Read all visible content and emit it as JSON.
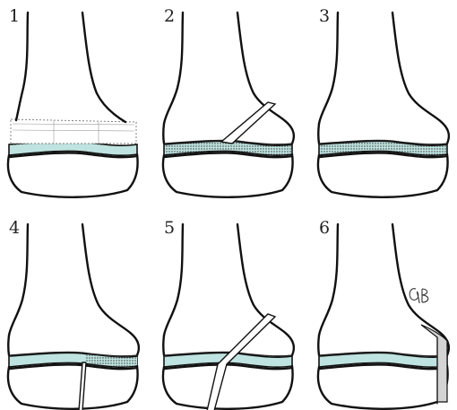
{
  "panels": [
    {
      "label": "1",
      "variant": "type1"
    },
    {
      "label": "2",
      "variant": "type2"
    },
    {
      "label": "3",
      "variant": "type3"
    },
    {
      "label": "4",
      "variant": "type4"
    },
    {
      "label": "5",
      "variant": "type5"
    },
    {
      "label": "6",
      "variant": "type6"
    }
  ],
  "signature_text": "GB",
  "colors": {
    "physis": "#bfe3e0",
    "physis_hatched": "#9fc0bd",
    "cartilage_grey": "#d4d4d4",
    "outline": "#111111",
    "background": "#ffffff"
  }
}
